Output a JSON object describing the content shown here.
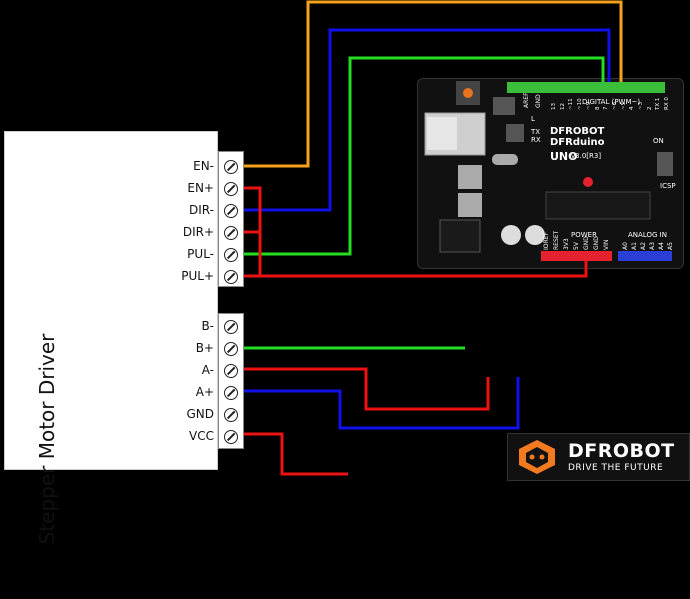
{
  "driver": {
    "title": "Stepper Motor Driver",
    "control_pins": [
      "EN-",
      "EN+",
      "DIR-",
      "DIR+",
      "PUL-",
      "PUL+"
    ],
    "power_pins": [
      "B-",
      "B+",
      "A-",
      "A+",
      "GND",
      "VCC"
    ]
  },
  "board": {
    "brand_line1": "DFROBOT",
    "brand_line2": "DFRduino",
    "model": "UNO",
    "version": "v3.0[R3]",
    "digital_label": "DIGITAL (PWM~)",
    "analog_label": "ANALOG IN",
    "power_label": "POWER",
    "icsp_label": "ICSP",
    "on_label": "ON",
    "tx_label": "TX",
    "rx_label": "RX",
    "aref_label": "AREF",
    "gnd_label": "GND",
    "l_label": "L",
    "power_pin_labels": [
      "IOREF",
      "RESET",
      "3V3",
      "5V",
      "GND",
      "GND",
      "VIN"
    ],
    "analog_pin_labels": [
      "A0",
      "A1",
      "A2",
      "A3",
      "A4",
      "A5"
    ],
    "digital_pin_labels": [
      "13",
      "12",
      "~11",
      "~10",
      "~9",
      "8",
      "7",
      "~6",
      "~5",
      "4",
      "~3",
      "2",
      "TX 1",
      "RX 0"
    ]
  },
  "logo": {
    "name": "DFROBOT",
    "tagline": "DRIVE THE FUTURE"
  },
  "wire_colors": {
    "orange": "#f7a21b",
    "blue": "#1010e8",
    "green": "#22dd22",
    "red": "#ee1111",
    "pin_green": "#3bbf3b",
    "header_red": "#e5222e",
    "header_blue": "#2a3fd8"
  }
}
